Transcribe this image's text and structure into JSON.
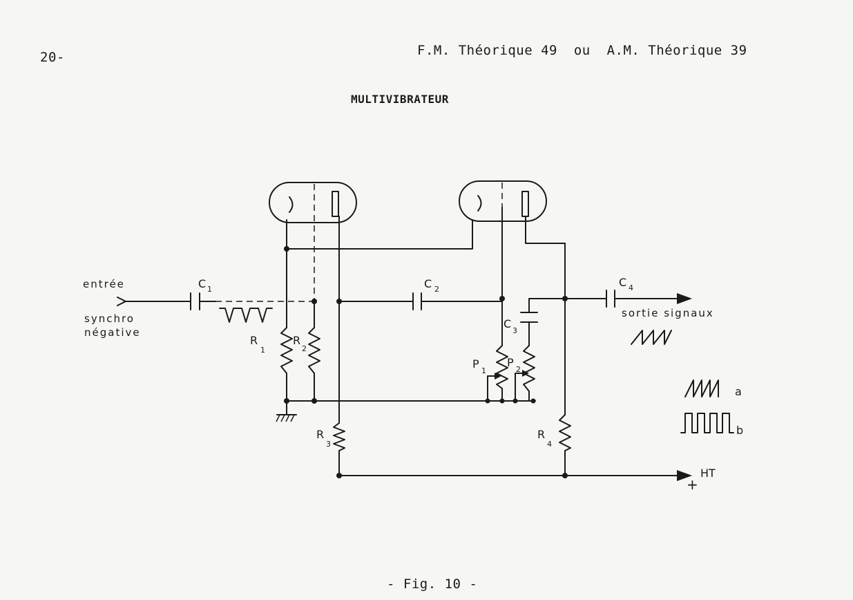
{
  "header": {
    "page_number": "20-",
    "running_title": "F.M. Théorique 49  ou  A.M. Théorique 39"
  },
  "diagram": {
    "title": "MULTIVIBRATEUR",
    "input_label": {
      "line1": "entrée",
      "line2": "synchro",
      "line3": "négative"
    },
    "output_label": "sortie signaux",
    "ht_label": "HT",
    "components": {
      "c1": {
        "letter": "C",
        "index": "1"
      },
      "c2": {
        "letter": "C",
        "index": "2"
      },
      "c3": {
        "letter": "C",
        "index": "3"
      },
      "c4": {
        "letter": "C",
        "index": "4"
      },
      "r1": {
        "letter": "R",
        "index": "1"
      },
      "r2": {
        "letter": "R",
        "index": "2"
      },
      "r3": {
        "letter": "R",
        "index": "3"
      },
      "r4": {
        "letter": "R",
        "index": "4"
      },
      "p1": {
        "letter": "P",
        "index": "1"
      },
      "p2": {
        "letter": "P",
        "index": "2"
      }
    },
    "legend": {
      "sawtooth": "a",
      "square": "b"
    }
  },
  "caption": "- Fig. 10 -"
}
